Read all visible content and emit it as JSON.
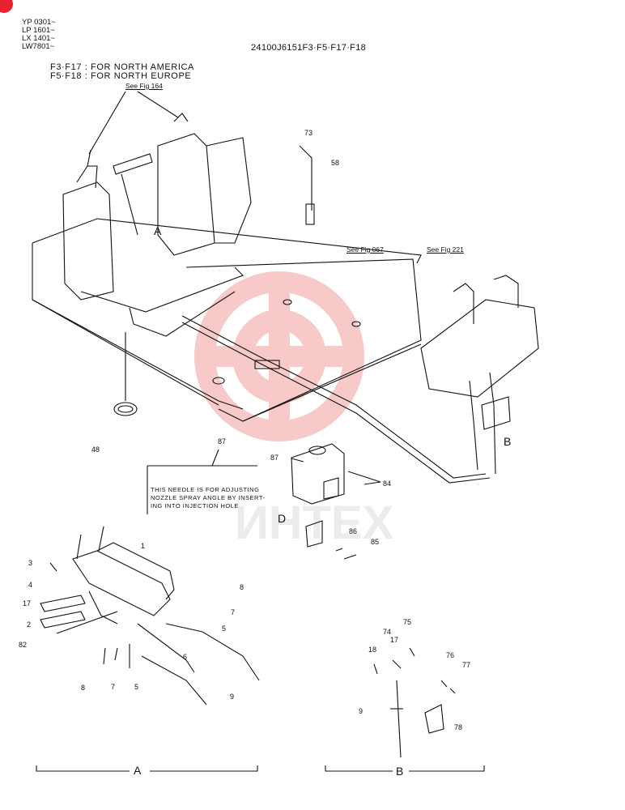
{
  "header": {
    "models": [
      "YP 0301~",
      "LP 1601~",
      "LX 1401~",
      "LW7801~"
    ],
    "part_code": "24100J6151F3·F5·F17·F18",
    "region_lines": [
      "F3·F17 : FOR  NORTH  AMERICA",
      "F5·F18 : FOR  NORTH  EUROPE"
    ]
  },
  "refs": {
    "fig164": "See Fig 164",
    "fig067": "See Fig 067",
    "fig221": "See Fig 221"
  },
  "note_lines": [
    "THIS NEEDLE IS FOR ADJUSTING",
    "NOZZLE SPRAY ANGLE BY INSERT-",
    "ING  INTO  INJECTION  HOLE"
  ],
  "sections": {
    "a": "A",
    "b": "B",
    "d": "D"
  },
  "callouts": {
    "c73": "73",
    "c58": "58",
    "c48": "48",
    "c87a": "87",
    "c87b": "87",
    "c84": "84",
    "c86": "86",
    "c85": "85",
    "c3": "3",
    "c4": "4",
    "c17a": "17",
    "c2": "2",
    "c82": "82",
    "c1": "1",
    "c8a": "8",
    "c7a": "7",
    "c5a": "5",
    "c6": "6",
    "c9a": "9",
    "c8b": "8",
    "c7b": "7",
    "c5b": "5",
    "c18": "18",
    "c17b": "17",
    "c74": "74",
    "c75": "75",
    "c76": "76",
    "c77": "77",
    "c9b": "9",
    "c78": "78"
  },
  "watermark": {
    "text": "ИНТЕХ",
    "color": "#f4a8a8"
  },
  "colors": {
    "corner_mark": "#e8232f",
    "ink": "#111111"
  }
}
